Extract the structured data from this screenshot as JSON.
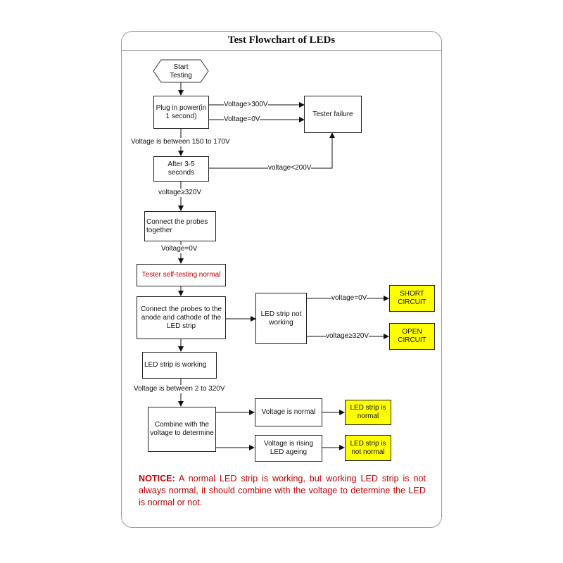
{
  "title": "Test Flowchart of LEDs",
  "nodes": {
    "start": "Start Testing",
    "plug_in": "Plug in power(in 1 second)",
    "tester_failure": "Tester failure",
    "after": "After 3-5 seconds",
    "connect_together": "Connect the probes together",
    "self_test": "Tester self-testing normal",
    "connect_anode": "Connect the probes to the anode and cathode of the LED strip",
    "not_working": "LED strip not working",
    "short": "SHORT CIRCUIT",
    "open": "OPEN CIRCUIT",
    "working": "LED strip is working",
    "combine": "Combine with the voltage to determine",
    "v_normal": "Voltage is normal",
    "led_normal": "LED strip is normal",
    "v_rising": "Voltage is rising LED ageing",
    "led_not_normal": "LED strip is not normal"
  },
  "edges": {
    "gt300": "Voltage>300V",
    "eq0_top": "Voltage=0V",
    "between150": "Voltage is between 150 to 170V",
    "lt200": "voltage<200V",
    "ge320_top": "voltage≥320V",
    "eq0_mid": "Voltage=0V",
    "eq0_right": "voltage=0V",
    "ge320_right": "voltage≥320V",
    "between2": "Voltage is between 2 to 320V"
  },
  "notice": {
    "label": "NOTICE:",
    "text": "A normal LED strip is working, but working LED strip is not always normal, it should combine with the voltage to determine the LED is normal or not."
  }
}
